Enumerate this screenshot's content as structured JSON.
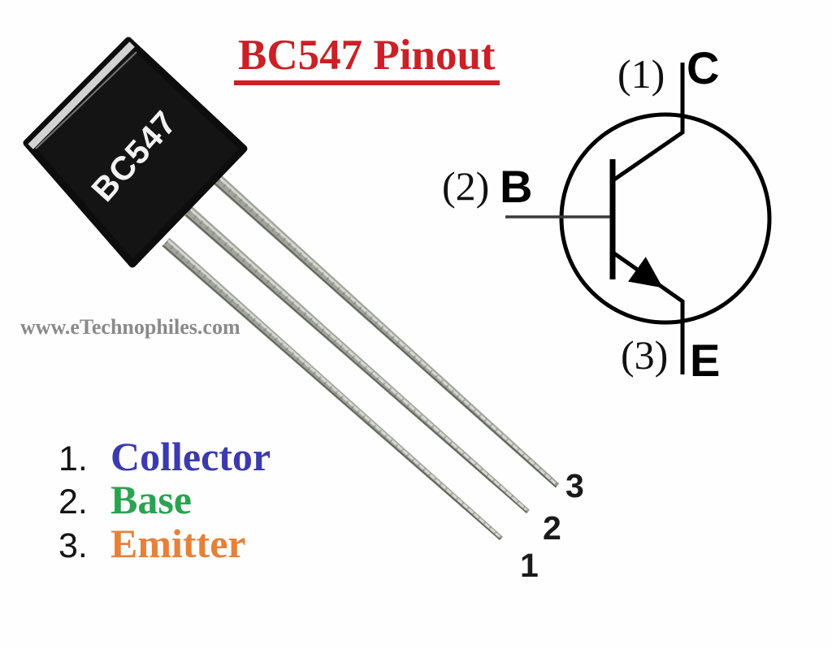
{
  "title": "BC547 Pinout",
  "watermark": "www.eTechnophiles.com",
  "package": {
    "label": "BC547"
  },
  "symbol": {
    "type": "NPN transistor symbol",
    "pins": [
      {
        "number": "(1)",
        "letter": "C"
      },
      {
        "number": "(2)",
        "letter": "B"
      },
      {
        "number": "(3)",
        "letter": "E"
      }
    ]
  },
  "leg_numbers": [
    "1",
    "2",
    "3"
  ],
  "legend": {
    "items": [
      {
        "index": "1.",
        "name": "Collector",
        "color": "#3b3bae"
      },
      {
        "index": "2.",
        "name": "Base",
        "color": "#2aa351"
      },
      {
        "index": "3.",
        "name": "Emitter",
        "color": "#e5813b"
      }
    ]
  },
  "colors": {
    "title": "#cb2026",
    "watermark": "#8a8a8a",
    "symbol_stroke": "#000000",
    "package_body": "#141414",
    "leg_metal": "#a2a49c"
  }
}
